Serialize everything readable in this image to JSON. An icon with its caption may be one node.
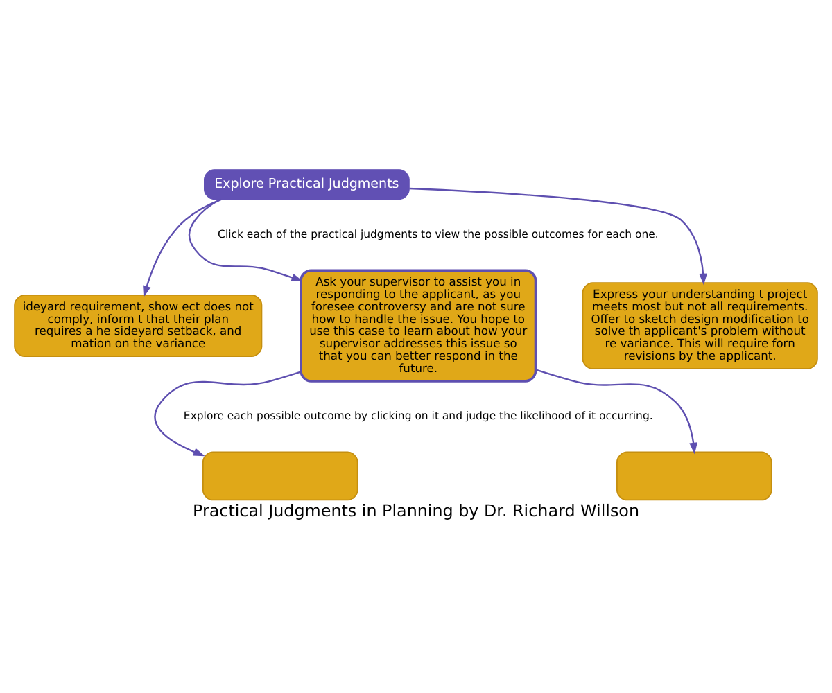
{
  "diagram": {
    "caption": "Practical Judgments in Planning by Dr. Richard Willson",
    "nodes": [
      {
        "text": [
          "Explore Practical Judgments"
        ]
      },
      {
        "text": [
          "ideyard requirement, show ect does not comply, inform t that their plan requires a he sideyard setback, and mation on the variance"
        ]
      },
      {
        "text": [
          "Ask your supervisor to assist you in responding to the applicant, as you foresee controversy and are not sure how to handle the issue. You hope to use this case to learn about how your supervisor addresses this issue so that you can better respond in the future."
        ]
      },
      {
        "text": [
          "Express your understanding t project meets most but not all requirements. Offer to sketch design modification to solve th applicant's problem without re variance. This will require forn revisions by the applicant."
        ]
      },
      {
        "text": [],
        "shape": "box"
      },
      {
        "text": [],
        "shape": "box"
      }
    ],
    "edges": [
      {
        "from": 0,
        "to": 1,
        "arrow": "to"
      },
      {
        "from": 0,
        "to": 2,
        "arrow": "to"
      },
      {
        "from": 0,
        "to": 3,
        "arrow": "to"
      },
      {
        "from": 2,
        "to": 4,
        "arrow": "to"
      },
      {
        "from": 2,
        "to": 5,
        "arrow": "to"
      }
    ],
    "labels": [
      "Click each of the practical judgments to view the possible outcomes for each one.",
      "Explore each possible outcome by clicking on it and judge the likelihood of it occurring."
    ]
  }
}
